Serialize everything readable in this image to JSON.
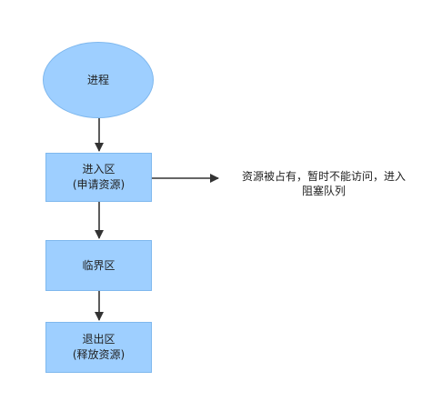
{
  "colors": {
    "node_fill": "#9ecfff",
    "node_stroke": "#7fb8ee",
    "arrow": "#333333",
    "text": "#1f1f1f"
  },
  "nodes": {
    "process": {
      "label": "进程",
      "shape": "ellipse"
    },
    "entry": {
      "line1": "进入区",
      "line2": "(申请资源)",
      "shape": "rectangle"
    },
    "critical": {
      "label": "临界区",
      "shape": "rectangle"
    },
    "exit": {
      "line1": "退出区",
      "line2": "(释放资源)",
      "shape": "rectangle"
    }
  },
  "side_note": {
    "line1": "资源被占有，暂时不能访问，进入",
    "line2": "阻塞队列"
  },
  "edges": [
    {
      "from": "process",
      "to": "entry"
    },
    {
      "from": "entry",
      "to": "critical"
    },
    {
      "from": "critical",
      "to": "exit"
    },
    {
      "from": "entry",
      "to": "side_note"
    }
  ]
}
